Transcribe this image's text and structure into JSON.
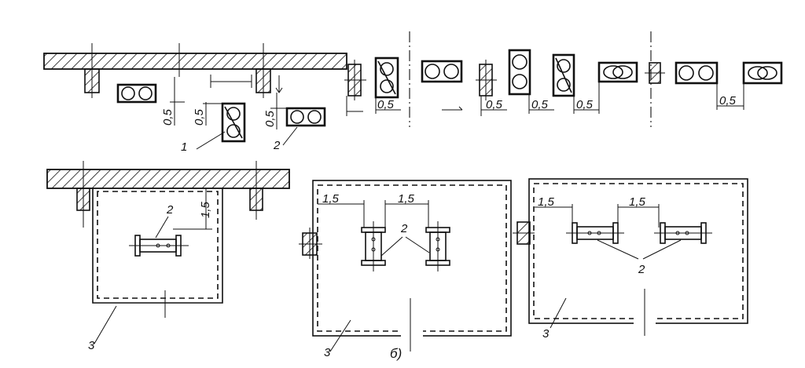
{
  "labels": {
    "dim_05": "0,5",
    "dim_15": "1,5",
    "item_1": "1",
    "item_2": "2",
    "item_3": "3",
    "panel_b": "б)"
  },
  "colors": {
    "ink": "#111111",
    "hatch": "#111111",
    "background": "#ffffff"
  }
}
